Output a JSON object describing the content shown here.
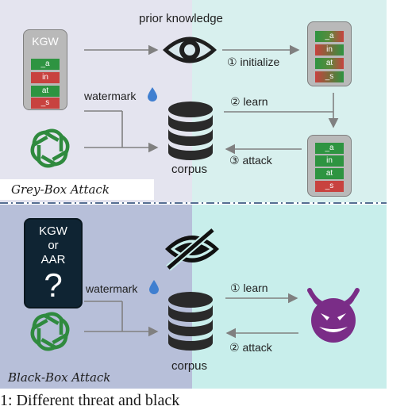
{
  "top": {
    "prior_knowledge": "prior knowledge",
    "kgw": "KGW",
    "tokens_kgw": [
      "_a",
      "in",
      "at",
      "_s"
    ],
    "watermark": "watermark",
    "initialize": "① initialize",
    "learn": "② learn",
    "attack": "③ attack",
    "corpus": "corpus",
    "init_tokens": [
      "_a",
      "in",
      "at",
      "_s"
    ],
    "attack_tokens": [
      "_a",
      "in",
      "at",
      "_s"
    ],
    "label": "Grey-Box Attack"
  },
  "bottom": {
    "box_line1": "KGW",
    "box_line2": "or",
    "box_line3": "AAR",
    "box_q": "?",
    "watermark": "watermark",
    "learn": "① learn",
    "attack": "② attack",
    "corpus": "corpus",
    "label": "Black-Box Attack"
  },
  "caption": "1: Different threat      and black",
  "colors": {
    "grey_region": "#e4e4ee",
    "teal_region": "#d7f0ef",
    "blue_region": "#b6bed8",
    "teal_region_bottom": "#c7efec",
    "devil": "#7a2d87"
  }
}
